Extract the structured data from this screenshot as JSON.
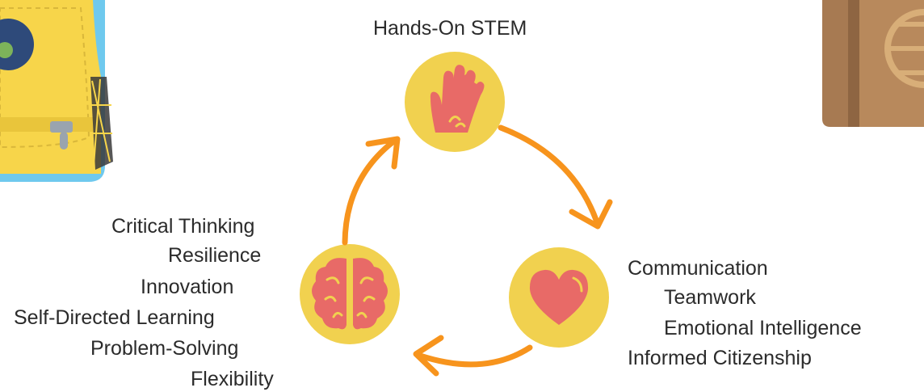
{
  "diagram": {
    "top_label": "Hands-On STEM",
    "left_skills": [
      "Critical Thinking",
      "Resilience",
      "Innovation",
      "Self-Directed Learning",
      "Problem-Solving",
      "Flexibility"
    ],
    "right_skills": [
      "Communication",
      "Teamwork",
      "Emotional Intelligence",
      "Informed Citizenship"
    ],
    "nodes": [
      {
        "icon": "hand-icon"
      },
      {
        "icon": "heart-icon"
      },
      {
        "icon": "brain-icon"
      }
    ]
  },
  "colors": {
    "circle": "#F1D14F",
    "icon": "#E86A67",
    "arrow": "#F7941D",
    "text": "#2b2b2b",
    "backpack_blue": "#6FC9EE",
    "backpack_yellow": "#F7D54A",
    "book_brown": "#A77A52"
  }
}
